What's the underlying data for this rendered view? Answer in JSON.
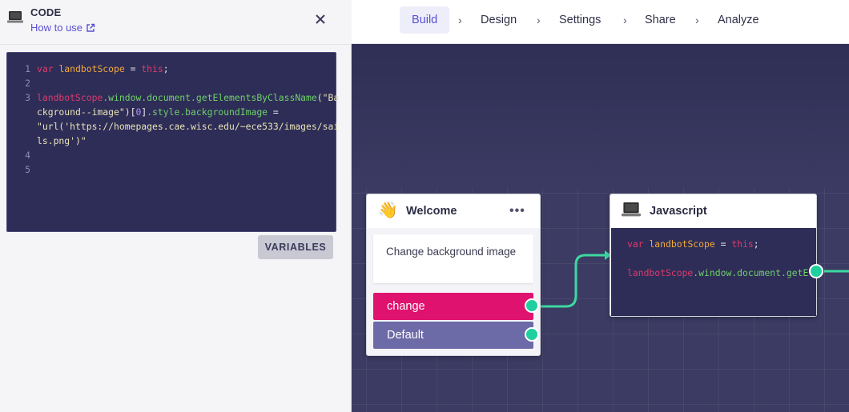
{
  "panel": {
    "title": "CODE",
    "how_to_label": "How to use",
    "icon": "laptop-icon",
    "close_icon": "close-icon",
    "variables_label": "VARIABLES"
  },
  "editor": {
    "line_numbers": [
      "1",
      "2",
      "3",
      "4",
      "5"
    ],
    "lines": {
      "l1": {
        "kw1": "var",
        "var": "landbotScope",
        "eq": " = ",
        "kw2": "this",
        "end": ";"
      },
      "l3a": {
        "v": "landbotScope",
        "p1": ".window.document.getElementsByClassName",
        "s1": "(\"Ba"
      },
      "l3b": {
        "s": "ckground--image\")",
        "b1": "[",
        "n": "0",
        "b2": "]",
        "p": ".style.backgroundImage",
        "eq": " ="
      },
      "l3c": {
        "s": "\"url('https://homepages.cae.wisc.edu/~ece533/images/sai"
      },
      "l3d": {
        "s": "ls.png')\""
      }
    }
  },
  "nav": {
    "items": [
      "Build",
      "Design",
      "Settings",
      "Share",
      "Analyze"
    ],
    "separator": "›",
    "active": "Build"
  },
  "canvas": {
    "welcome": {
      "title": "Welcome",
      "icon": "waving-hand-icon",
      "emoji": "👋",
      "menu": "•••",
      "message": "Change background image",
      "choices": [
        {
          "label": "change",
          "color": "#e0126f"
        },
        {
          "label": "Default",
          "color": "#6d6aa8"
        }
      ]
    },
    "javascript": {
      "title": "Javascript",
      "icon": "laptop-icon",
      "line1": {
        "kw1": "var",
        "var": "landbotScope",
        "eq": " = ",
        "kw2": "this",
        "end": ";"
      },
      "line2": {
        "v": "landbotScope",
        "p": ".window.document.getE"
      }
    },
    "connector_color": "#3dd8a0"
  }
}
